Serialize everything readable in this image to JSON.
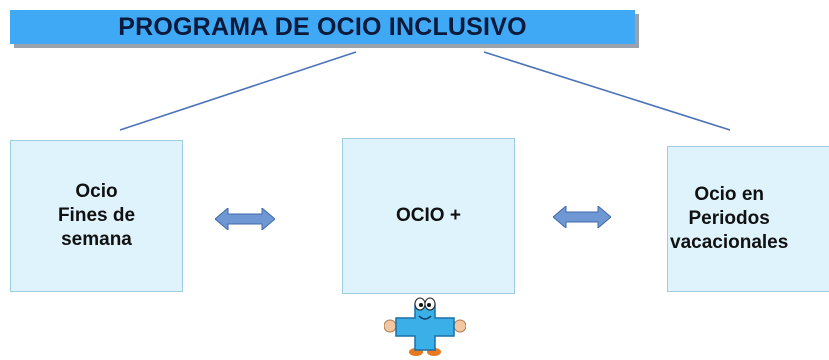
{
  "title": "PROGRAMA DE OCIO INCLUSIVO",
  "boxes": {
    "left": "Ocio\nFines de\nsemana",
    "center": "OCIO +",
    "right": "Ocio en\nPeriodos\nvacacionales"
  },
  "icons": [
    "double-arrow-icon",
    "plus-mascot-icon"
  ],
  "colors": {
    "title_bg": "#3fa9f5",
    "box_bg": "#dff3fc",
    "box_border": "#9ccde4",
    "connector": "#4a73b8",
    "arrow": "#6f97d3",
    "mascot": "#3bb0e8"
  }
}
